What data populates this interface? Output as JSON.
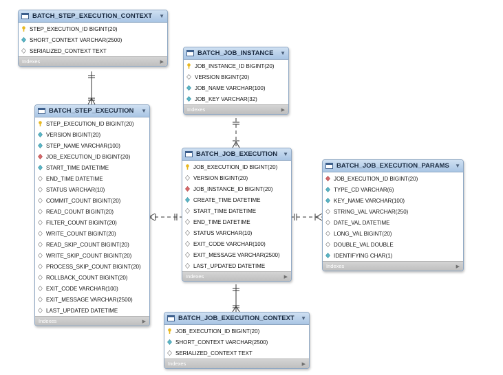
{
  "indexes_label": "Indexes",
  "tables": [
    {
      "id": "step_ctx",
      "name": "BATCH_STEP_EXECUTION_CONTEXT",
      "columns": [
        {
          "text": "STEP_EXECUTION_ID BIGINT(20)",
          "kind": "pk"
        },
        {
          "text": "SHORT_CONTEXT VARCHAR(2500)",
          "kind": "nn"
        },
        {
          "text": "SERIALIZED_CONTEXT TEXT",
          "kind": "null"
        }
      ]
    },
    {
      "id": "job_instance",
      "name": "BATCH_JOB_INSTANCE",
      "columns": [
        {
          "text": "JOB_INSTANCE_ID BIGINT(20)",
          "kind": "pk"
        },
        {
          "text": "VERSION BIGINT(20)",
          "kind": "null"
        },
        {
          "text": "JOB_NAME VARCHAR(100)",
          "kind": "nn"
        },
        {
          "text": "JOB_KEY VARCHAR(32)",
          "kind": "nn"
        }
      ]
    },
    {
      "id": "step_exec",
      "name": "BATCH_STEP_EXECUTION",
      "columns": [
        {
          "text": "STEP_EXECUTION_ID BIGINT(20)",
          "kind": "pk"
        },
        {
          "text": "VERSION BIGINT(20)",
          "kind": "nn"
        },
        {
          "text": "STEP_NAME VARCHAR(100)",
          "kind": "nn"
        },
        {
          "text": "JOB_EXECUTION_ID BIGINT(20)",
          "kind": "fk"
        },
        {
          "text": "START_TIME DATETIME",
          "kind": "nn"
        },
        {
          "text": "END_TIME DATETIME",
          "kind": "null"
        },
        {
          "text": "STATUS VARCHAR(10)",
          "kind": "null"
        },
        {
          "text": "COMMIT_COUNT BIGINT(20)",
          "kind": "null"
        },
        {
          "text": "READ_COUNT BIGINT(20)",
          "kind": "null"
        },
        {
          "text": "FILTER_COUNT BIGINT(20)",
          "kind": "null"
        },
        {
          "text": "WRITE_COUNT BIGINT(20)",
          "kind": "null"
        },
        {
          "text": "READ_SKIP_COUNT BIGINT(20)",
          "kind": "null"
        },
        {
          "text": "WRITE_SKIP_COUNT BIGINT(20)",
          "kind": "null"
        },
        {
          "text": "PROCESS_SKIP_COUNT BIGINT(20)",
          "kind": "null"
        },
        {
          "text": "ROLLBACK_COUNT BIGINT(20)",
          "kind": "null"
        },
        {
          "text": "EXIT_CODE VARCHAR(100)",
          "kind": "null"
        },
        {
          "text": "EXIT_MESSAGE VARCHAR(2500)",
          "kind": "null"
        },
        {
          "text": "LAST_UPDATED DATETIME",
          "kind": "null"
        }
      ]
    },
    {
      "id": "job_exec",
      "name": "BATCH_JOB_EXECUTION",
      "columns": [
        {
          "text": "JOB_EXECUTION_ID BIGINT(20)",
          "kind": "pk"
        },
        {
          "text": "VERSION BIGINT(20)",
          "kind": "null"
        },
        {
          "text": "JOB_INSTANCE_ID BIGINT(20)",
          "kind": "fk"
        },
        {
          "text": "CREATE_TIME DATETIME",
          "kind": "nn"
        },
        {
          "text": "START_TIME DATETIME",
          "kind": "null"
        },
        {
          "text": "END_TIME DATETIME",
          "kind": "null"
        },
        {
          "text": "STATUS VARCHAR(10)",
          "kind": "null"
        },
        {
          "text": "EXIT_CODE VARCHAR(100)",
          "kind": "null"
        },
        {
          "text": "EXIT_MESSAGE VARCHAR(2500)",
          "kind": "null"
        },
        {
          "text": "LAST_UPDATED DATETIME",
          "kind": "null"
        }
      ]
    },
    {
      "id": "job_params",
      "name": "BATCH_JOB_EXECUTION_PARAMS",
      "columns": [
        {
          "text": "JOB_EXECUTION_ID BIGINT(20)",
          "kind": "fk"
        },
        {
          "text": "TYPE_CD VARCHAR(6)",
          "kind": "nn"
        },
        {
          "text": "KEY_NAME VARCHAR(100)",
          "kind": "nn"
        },
        {
          "text": "STRING_VAL VARCHAR(250)",
          "kind": "null"
        },
        {
          "text": "DATE_VAL DATETIME",
          "kind": "null"
        },
        {
          "text": "LONG_VAL BIGINT(20)",
          "kind": "null"
        },
        {
          "text": "DOUBLE_VAL DOUBLE",
          "kind": "null"
        },
        {
          "text": "IDENTIFYING CHAR(1)",
          "kind": "nn"
        }
      ]
    },
    {
      "id": "job_ctx",
      "name": "BATCH_JOB_EXECUTION_CONTEXT",
      "columns": [
        {
          "text": "JOB_EXECUTION_ID BIGINT(20)",
          "kind": "pk"
        },
        {
          "text": "SHORT_CONTEXT VARCHAR(2500)",
          "kind": "nn"
        },
        {
          "text": "SERIALIZED_CONTEXT TEXT",
          "kind": "null"
        }
      ]
    }
  ],
  "colors": {
    "header_top": "#cfe0f2",
    "header_bottom": "#a9c5e4",
    "border": "#8fa8c4",
    "pk_key": "#e8b820",
    "fk_diamond": "#d9686a",
    "nn_diamond": "#5bb7c7",
    "null_diamond": "#ffffff",
    "connector": "#333333"
  },
  "icons": {
    "table": "table-icon",
    "collapse": "chevron-down-icon",
    "indexes_expand": "triangle-right-icon",
    "pk": "key-icon",
    "fk": "red-diamond-icon",
    "nn": "blue-diamond-icon",
    "null": "hollow-diamond-icon"
  }
}
